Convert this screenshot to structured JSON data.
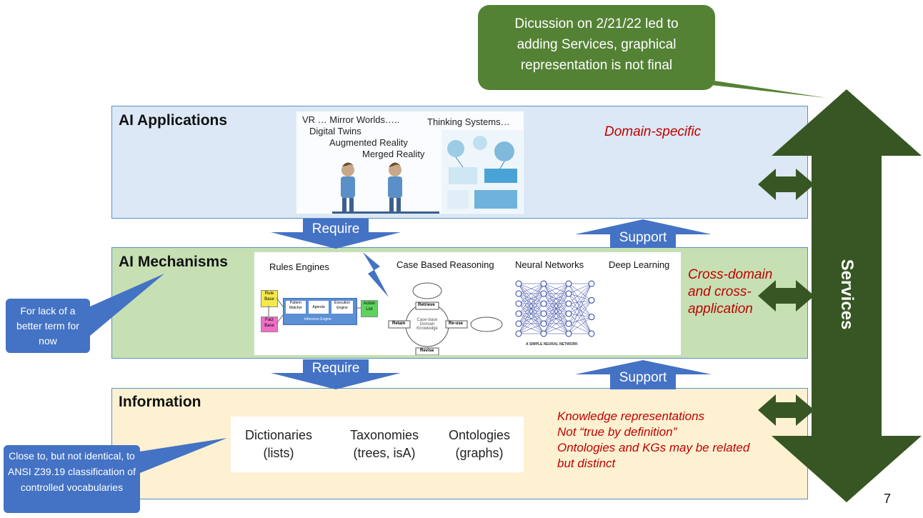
{
  "callouts": {
    "top_note": "Dicussion on 2/21/22 led to adding Services, graphical representation is not final",
    "lack_term": "For lack of a better term for now",
    "ansi": "Close to, but not identical, to ANSI Z39.19 classification of controlled vocabularies"
  },
  "layers": {
    "applications": {
      "title": "AI Applications",
      "note": "Domain-specific",
      "image_lines": [
        "VR … Mirror Worlds…..",
        "Digital Twins",
        "Augmented Reality",
        "Merged Reality"
      ],
      "image_right": "Thinking Systems…"
    },
    "mechanisms": {
      "title": "AI Mechanisms",
      "note": "Cross-domain and cross-application",
      "captions": [
        "Rules Engines",
        "Case Based Reasoning",
        "Neural Networks",
        "Deep Learning"
      ],
      "rules": {
        "rule_base": "Rule Base",
        "fact_base": "Fact Base",
        "pattern": "Pattern Matcher",
        "agenda": "Agenda",
        "execution": "Execution Engine",
        "action": "Action List",
        "inference": "Inference Engine"
      },
      "cbr": {
        "center": "Case-base Domain Knowledge",
        "retrieve": "Retrieve",
        "retain": "Retain",
        "reuse": "Re-use",
        "revise": "Revise"
      },
      "nn_caption": "A SIMPLE NEURAL NETWORK"
    },
    "information": {
      "title": "Information",
      "columns": [
        {
          "name": "Dictionaries",
          "sub": "(lists)"
        },
        {
          "name": "Taxonomies",
          "sub": "(trees, isA)"
        },
        {
          "name": "Ontologies",
          "sub": "(graphs)"
        }
      ],
      "notes": [
        "Knowledge representations",
        "Not “true by definition”",
        "Ontologies and KGs may be related",
        "but distinct"
      ]
    }
  },
  "arrows": {
    "require_top": "Require",
    "support_top": "Support",
    "require_bottom": "Require",
    "support_bottom": "Support"
  },
  "services": "Services",
  "page_number": "7",
  "colors": {
    "applications_bg": "#dce8f5",
    "mechanisms_bg": "#c6e0b4",
    "information_bg": "#fdf1d2",
    "arrow_blue": "#4472c4",
    "services_green": "#375623",
    "callout_green": "#548235",
    "note_red": "#c00000"
  }
}
